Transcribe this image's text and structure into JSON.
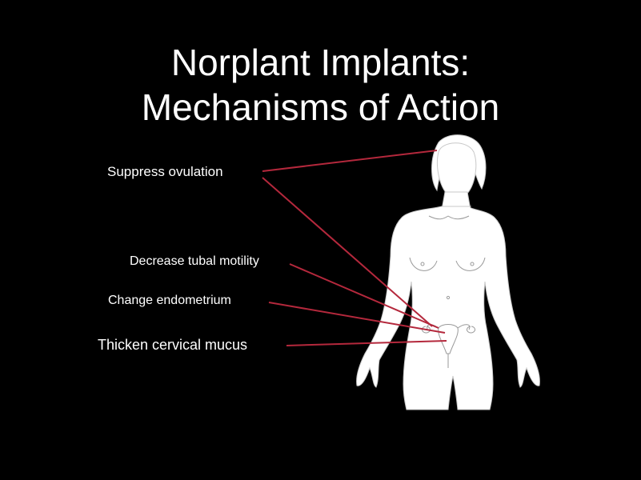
{
  "title": {
    "line1": "Norplant Implants:",
    "line2": "Mechanisms of Action"
  },
  "labels": {
    "ovulation": "Suppress ovulation",
    "tubal": "Decrease tubal motility",
    "endometrium": "Change endometrium",
    "cervical": "Thicken cervical mucus"
  },
  "colors": {
    "background": "#000000",
    "text": "#ffffff",
    "leader_line": "#b4283c",
    "figure": "#ffffff"
  }
}
